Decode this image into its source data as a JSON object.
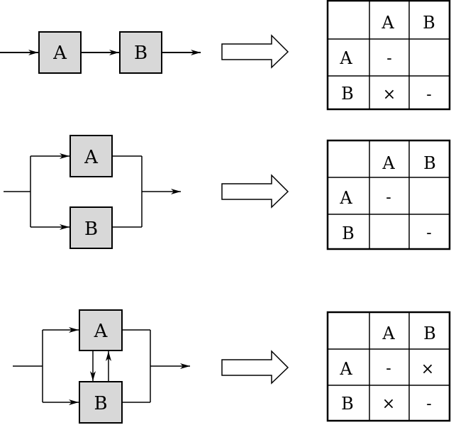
{
  "diagrams": [
    {
      "id": "sequential",
      "boxes": [
        "A",
        "B"
      ],
      "matrix": {
        "col_headers": [
          "A",
          "B"
        ],
        "rows": [
          {
            "header": "A",
            "cells": [
              "-",
              ""
            ]
          },
          {
            "header": "B",
            "cells": [
              "×",
              "-"
            ]
          }
        ]
      }
    },
    {
      "id": "parallel",
      "boxes": [
        "A",
        "B"
      ],
      "matrix": {
        "col_headers": [
          "A",
          "B"
        ],
        "rows": [
          {
            "header": "A",
            "cells": [
              "-",
              ""
            ]
          },
          {
            "header": "B",
            "cells": [
              "",
              "-"
            ]
          }
        ]
      }
    },
    {
      "id": "parallel-bidirectional",
      "boxes": [
        "A",
        "B"
      ],
      "matrix": {
        "col_headers": [
          "A",
          "B"
        ],
        "rows": [
          {
            "header": "A",
            "cells": [
              "-",
              "×"
            ]
          },
          {
            "header": "B",
            "cells": [
              "×",
              "-"
            ]
          }
        ]
      }
    }
  ],
  "colors": {
    "box_fill": "#d8d8d8",
    "stroke": "#000000",
    "background": "#ffffff"
  }
}
